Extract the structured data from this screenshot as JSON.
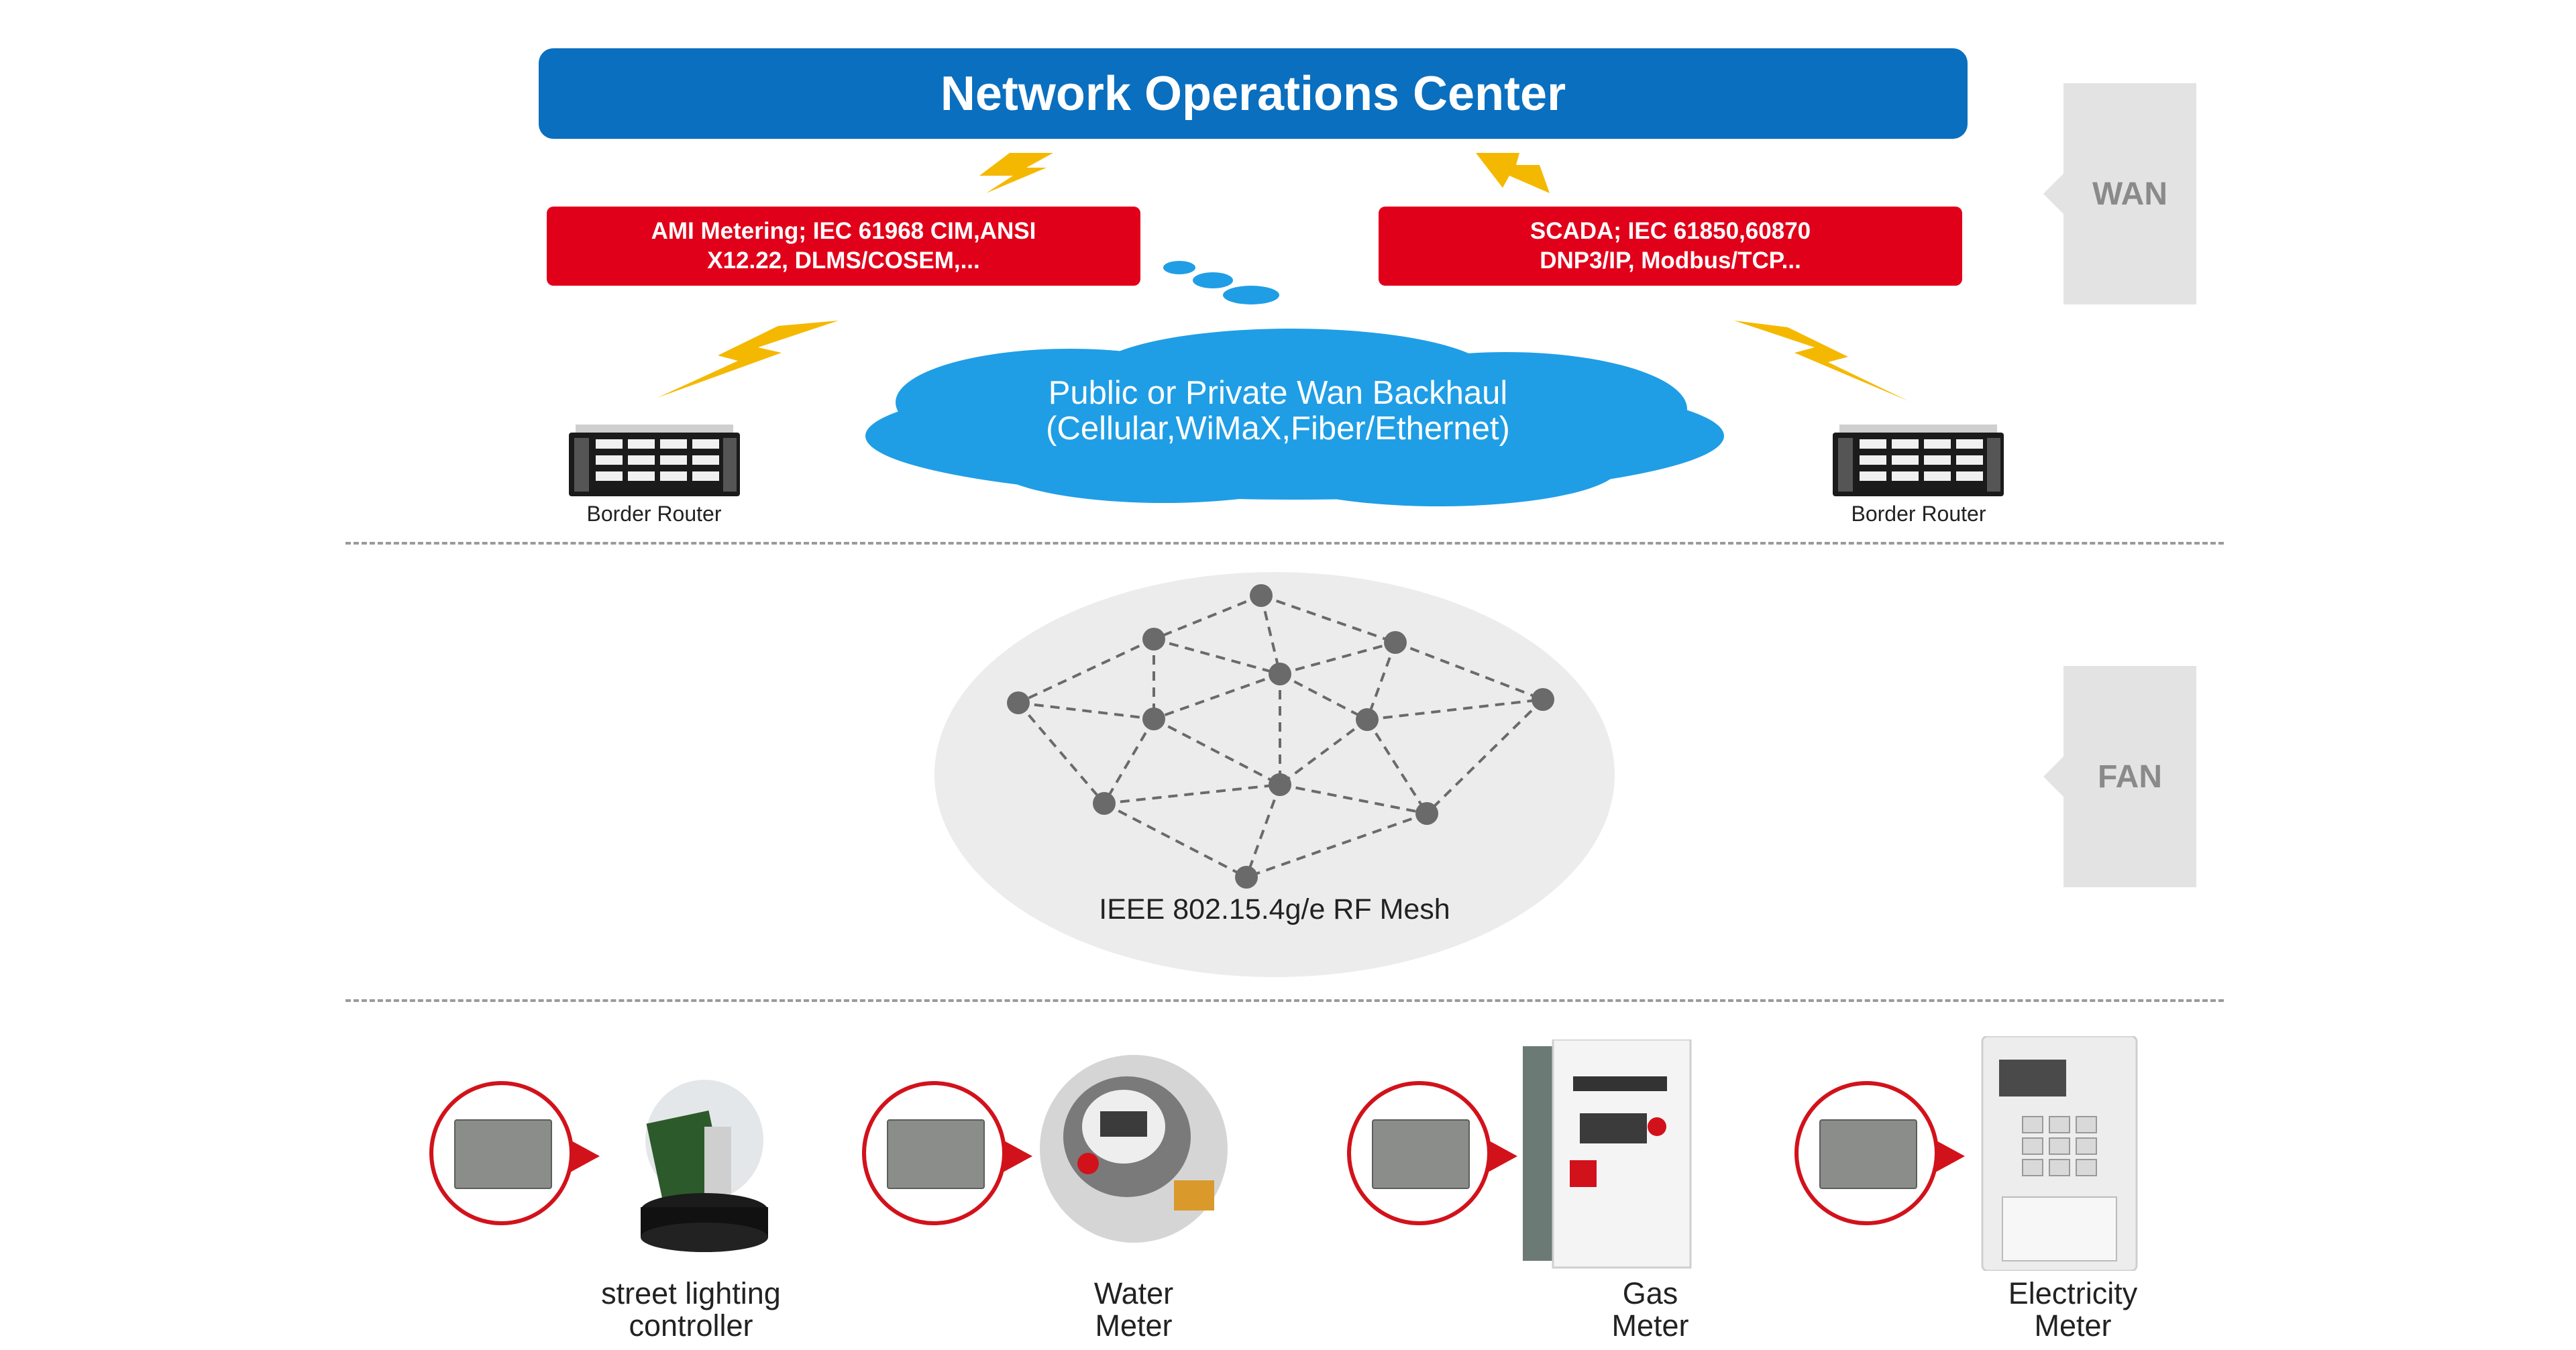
{
  "header": {
    "title": "Network Operations Center"
  },
  "protocols": {
    "left": {
      "line1": "AMI Metering;  IEC 61968 CIM,ANSI",
      "line2": "X12.22, DLMS/COSEM,..."
    },
    "right": {
      "line1": "SCADA;  IEC 61850,60870",
      "line2": "DNP3/IP, Modbus/TCP..."
    }
  },
  "cloud": {
    "line1": "Public or Private Wan Backhaul",
    "line2": "(Cellular,WiMaX,Fiber/Ethernet)"
  },
  "routers": {
    "left_label": "Border Router",
    "right_label": "Border Router"
  },
  "tabs": {
    "wan": "WAN",
    "fan": "FAN"
  },
  "mesh": {
    "label": "IEEE 802.15.4g/e RF Mesh"
  },
  "devices": [
    {
      "line1": "street lighting",
      "line2": "controller"
    },
    {
      "line1": "Water",
      "line2": "Meter"
    },
    {
      "line1": "Gas",
      "line2": "Meter"
    },
    {
      "line1": "Electricity",
      "line2": "Meter"
    }
  ],
  "colors": {
    "noc_blue": "#0a6fbf",
    "protocol_red": "#e1001a",
    "cloud_blue": "#1f9ee6",
    "lightning": "#f5b800",
    "callout_red": "#d2121b"
  },
  "icons": [
    "lightning-icon",
    "router-icon",
    "cloud-icon",
    "mesh-node-icon",
    "rf-module-icon"
  ]
}
